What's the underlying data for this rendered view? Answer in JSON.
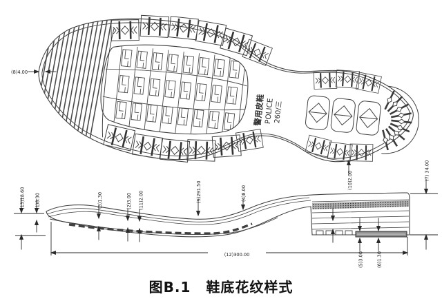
{
  "figure": {
    "caption": {
      "prefix": "图B.1",
      "title": "鞋底花纹样式"
    },
    "sole_label": {
      "line1": "警用皮鞋",
      "line2": "POLICE",
      "line3": "260/三"
    },
    "dimensions": {
      "d1": "(1)8.30",
      "d2": "(2)3.00",
      "d3": "(3)1.30",
      "d4": "(4)8.00",
      "d5": "(5)3.00",
      "d6": "(6)1.30",
      "d7": "(7) 34.00",
      "d8": "(8)4.00",
      "d9": "(9)291.50",
      "d10": "(10)2.00",
      "d11": "(11)2.00",
      "d12": "(12)300.00",
      "d13": "(13)18.60"
    },
    "colors": {
      "line": "#3f3f3f",
      "dim_line": "#2a2a2a",
      "hatch_fill": "#b0b0b0",
      "pad_fill": "#8f8f8f"
    }
  }
}
